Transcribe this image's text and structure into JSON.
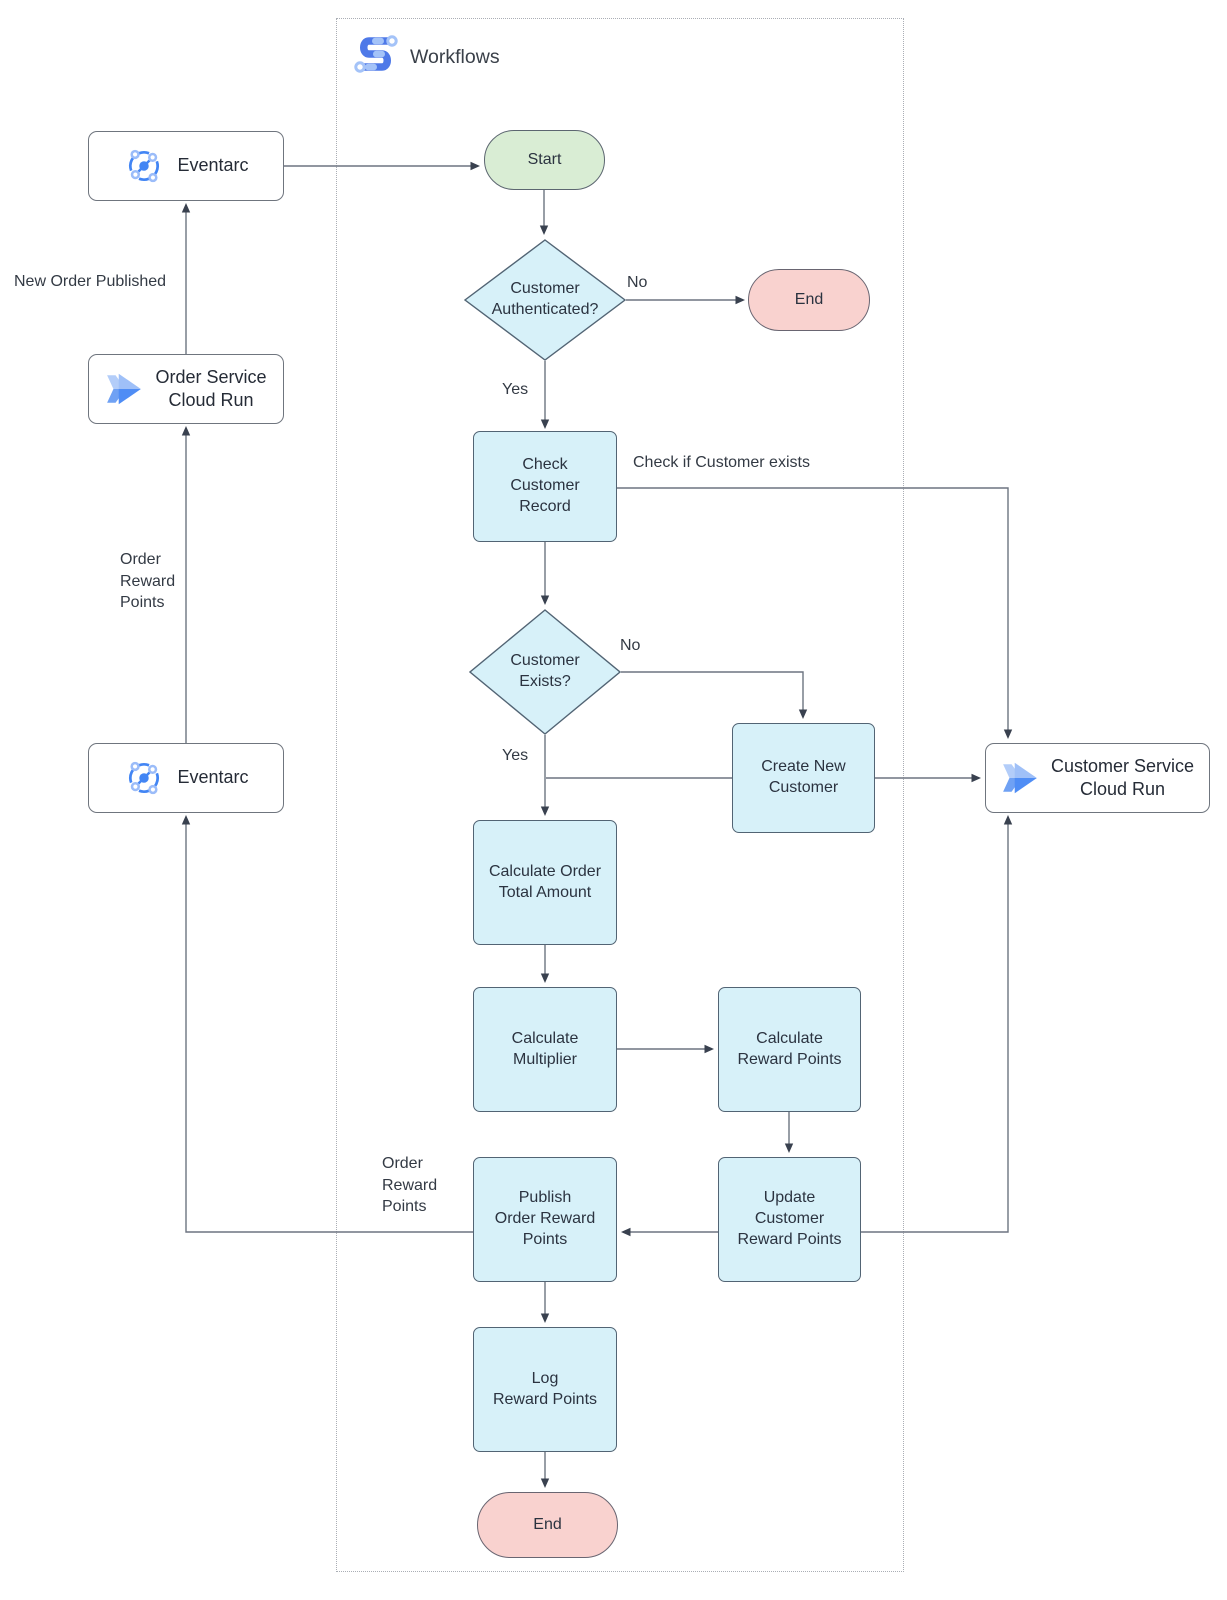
{
  "diagram": {
    "title": "Workflows",
    "colors": {
      "process_fill": "#d7f1f9",
      "start_fill": "#d9edd4",
      "end_fill": "#f9d2cf",
      "icon_blue": "#4285f4",
      "icon_light_blue": "#a4c3f8",
      "line": "#6d7480"
    },
    "nodes": {
      "eventarc_top": {
        "label": "Eventarc",
        "icon": "eventarc-icon"
      },
      "order_service": {
        "label": "Order Service\nCloud Run",
        "icon": "cloud-run-icon"
      },
      "eventarc_bottom": {
        "label": "Eventarc",
        "icon": "eventarc-icon"
      },
      "customer_service": {
        "label": "Customer Service\nCloud Run",
        "icon": "cloud-run-icon"
      },
      "start": {
        "label": "Start"
      },
      "customer_authenticated": {
        "label": "Customer\nAuthenticated?"
      },
      "end_top": {
        "label": "End"
      },
      "check_customer_record": {
        "label": "Check\nCustomer\nRecord"
      },
      "customer_exists": {
        "label": "Customer\nExists?"
      },
      "create_new_customer": {
        "label": "Create New\nCustomer"
      },
      "calculate_order_total": {
        "label": "Calculate Order\nTotal Amount"
      },
      "calculate_multiplier": {
        "label": "Calculate\nMultiplier"
      },
      "calculate_reward_points": {
        "label": "Calculate\nReward Points"
      },
      "update_customer_reward_points": {
        "label": "Update\nCustomer\nReward Points"
      },
      "publish_order_reward_points": {
        "label": "Publish\nOrder Reward\nPoints"
      },
      "log_reward_points": {
        "label": "Log\nReward Points"
      },
      "end_bottom": {
        "label": "End"
      }
    },
    "edge_labels": {
      "new_order_published": "New Order Published",
      "order_reward_points_left": "Order\nReward\nPoints",
      "no_top": "No",
      "yes_top": "Yes",
      "check_if_customer_exists": "Check if Customer exists",
      "no_mid": "No",
      "yes_mid": "Yes",
      "order_reward_points_publish": "Order\nReward\nPoints"
    }
  }
}
